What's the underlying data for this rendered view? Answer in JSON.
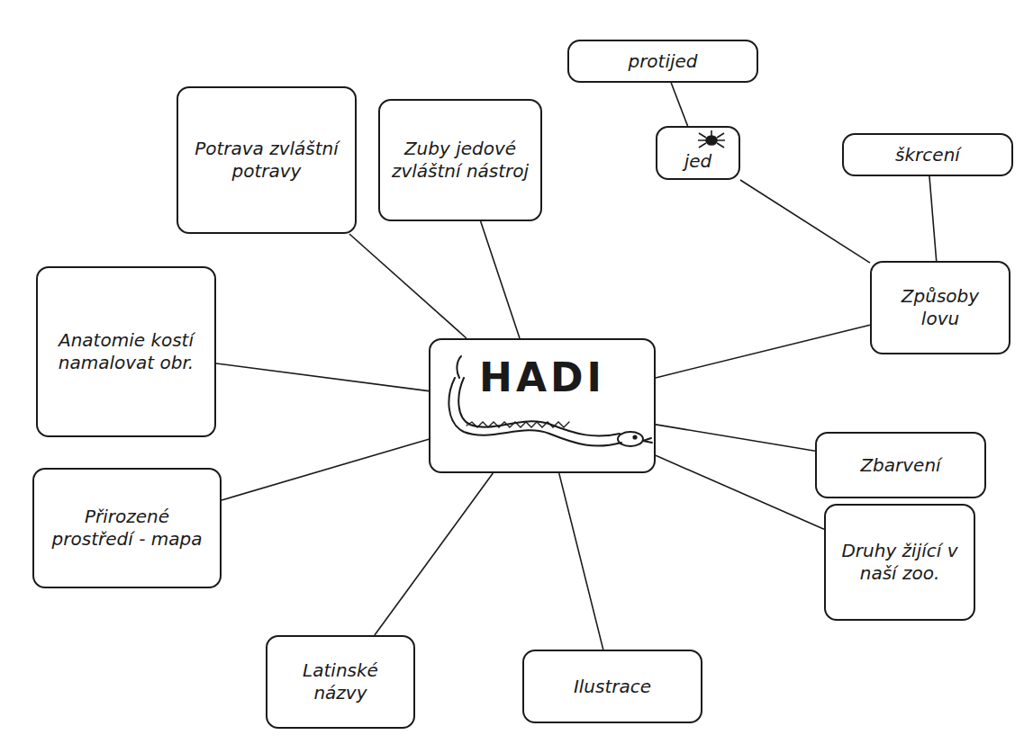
{
  "diagram": {
    "nodes": [
      {
        "text": [
          "HADI"
        ]
      },
      {
        "text": [
          "Potrava zvláštní potravy"
        ]
      },
      {
        "text": [
          "Zuby jedové zvláštní nástroj"
        ]
      },
      {
        "text": [
          "protijed"
        ]
      },
      {
        "text": [
          "jed"
        ]
      },
      {
        "text": [
          "škrcení"
        ]
      },
      {
        "text": [
          "Anatomie kostí namalovat obr."
        ]
      },
      {
        "text": [
          "Způsoby lovu"
        ]
      },
      {
        "text": [
          "Zbarvení"
        ]
      },
      {
        "text": [
          "Přirozené prostředí - mapa"
        ]
      },
      {
        "text": [
          "Druhy žijící v naší zoo."
        ]
      },
      {
        "text": [
          "Latinské názvy"
        ]
      },
      {
        "text": [
          "Ilustrace"
        ]
      }
    ],
    "edges": [
      {
        "from": 0,
        "to": 1,
        "arrow": "none"
      },
      {
        "from": 0,
        "to": 2,
        "arrow": "none"
      },
      {
        "from": 0,
        "to": 6,
        "arrow": "none"
      },
      {
        "from": 0,
        "to": 7,
        "arrow": "none"
      },
      {
        "from": 0,
        "to": 8,
        "arrow": "none"
      },
      {
        "from": 0,
        "to": 9,
        "arrow": "none"
      },
      {
        "from": 0,
        "to": 10,
        "arrow": "none"
      },
      {
        "from": 0,
        "to": 11,
        "arrow": "none"
      },
      {
        "from": 0,
        "to": 12,
        "arrow": "none"
      },
      {
        "from": 7,
        "to": 4,
        "arrow": "none"
      },
      {
        "from": 7,
        "to": 5,
        "arrow": "none"
      },
      {
        "from": 4,
        "to": 3,
        "arrow": "none"
      }
    ]
  }
}
